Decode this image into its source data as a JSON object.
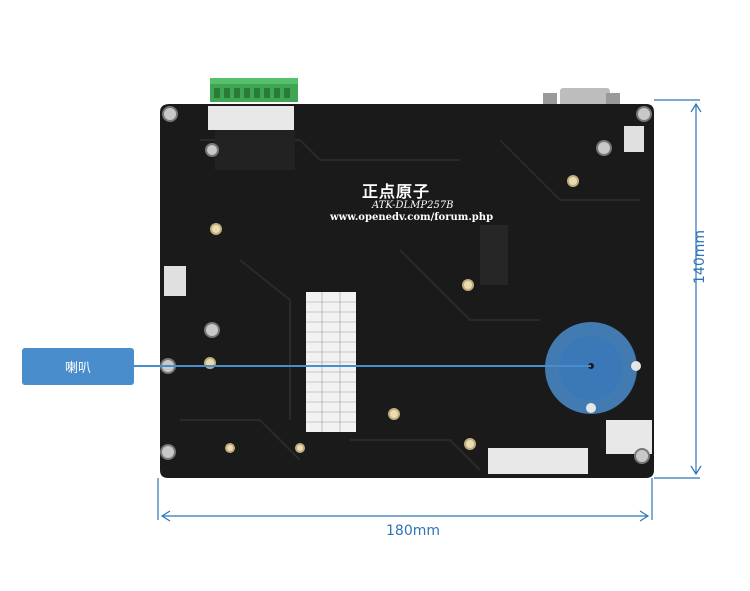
{
  "callout": {
    "label": "喇叭"
  },
  "dimensions": {
    "width": "180mm",
    "height": "140mm"
  },
  "board": {
    "brand": "正点原子",
    "model": "ATK-DLMP257B",
    "url": "www.openedv.com/forum.php"
  },
  "colors": {
    "accent": "#4a8dcc",
    "dimension": "#2e74b8",
    "pcb": "#1a1a1a",
    "connector": "#3fa653"
  }
}
